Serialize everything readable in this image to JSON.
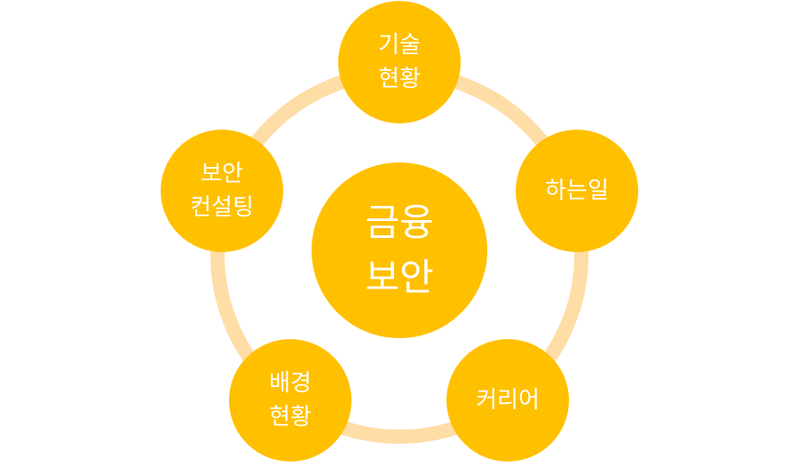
{
  "colors": {
    "node_fill": "#FFC000",
    "ring": "#FFDDA6",
    "text": "#FFFFFF"
  },
  "center": {
    "label": "금융\n보안"
  },
  "nodes": [
    {
      "label": "기술\n현황"
    },
    {
      "label": "하는일"
    },
    {
      "label": "커리어"
    },
    {
      "label": "배경\n현황"
    },
    {
      "label": "보안\n컨설팅"
    }
  ]
}
